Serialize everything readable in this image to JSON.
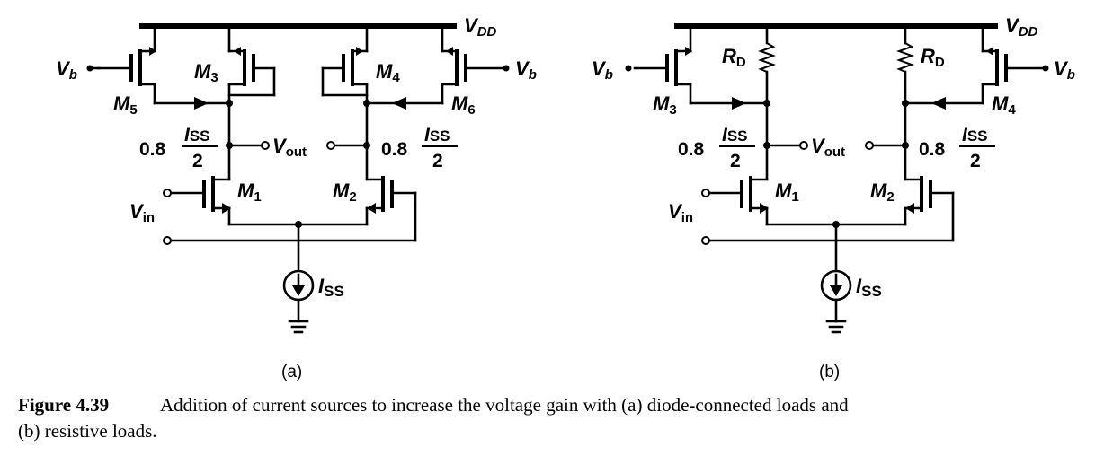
{
  "caption": {
    "label": "Figure 4.39",
    "line1": "Addition of current sources to increase the voltage gain with (a) diode-connected loads and",
    "line2": "(b) resistive loads."
  },
  "panels": {
    "a": {
      "tag": "(a)",
      "vdd": "V",
      "vdd_sub": "DD",
      "vb_left": "V",
      "vb_left_sub": "b",
      "vb_right": "V",
      "vb_right_sub": "b",
      "m5": "M",
      "m5_sub": "5",
      "m3": "M",
      "m3_sub": "3",
      "m4": "M",
      "m4_sub": "4",
      "m6": "M",
      "m6_sub": "6",
      "m1": "M",
      "m1_sub": "1",
      "m2": "M",
      "m2_sub": "2",
      "left_coeff": "0.8",
      "left_frac_num": "I",
      "left_frac_num_sub": "SS",
      "left_frac_den": "2",
      "right_coeff": "0.8",
      "right_frac_num": "I",
      "right_frac_num_sub": "SS",
      "right_frac_den": "2",
      "vout": "V",
      "vout_sub": "out",
      "vin": "V",
      "vin_sub": "in",
      "iss": "I",
      "iss_sub": "SS"
    },
    "b": {
      "tag": "(b)",
      "vdd": "V",
      "vdd_sub": "DD",
      "vb_left": "V",
      "vb_left_sub": "b",
      "vb_right": "V",
      "vb_right_sub": "b",
      "rd_left": "R",
      "rd_left_sub": "D",
      "rd_right": "R",
      "rd_right_sub": "D",
      "m3": "M",
      "m3_sub": "3",
      "m4": "M",
      "m4_sub": "4",
      "m1": "M",
      "m1_sub": "1",
      "m2": "M",
      "m2_sub": "2",
      "left_coeff": "0.8",
      "left_frac_num": "I",
      "left_frac_num_sub": "SS",
      "left_frac_den": "2",
      "right_coeff": "0.8",
      "right_frac_num": "I",
      "right_frac_num_sub": "SS",
      "right_frac_den": "2",
      "vout": "V",
      "vout_sub": "out",
      "vin": "V",
      "vin_sub": "in",
      "iss": "I",
      "iss_sub": "SS"
    }
  }
}
